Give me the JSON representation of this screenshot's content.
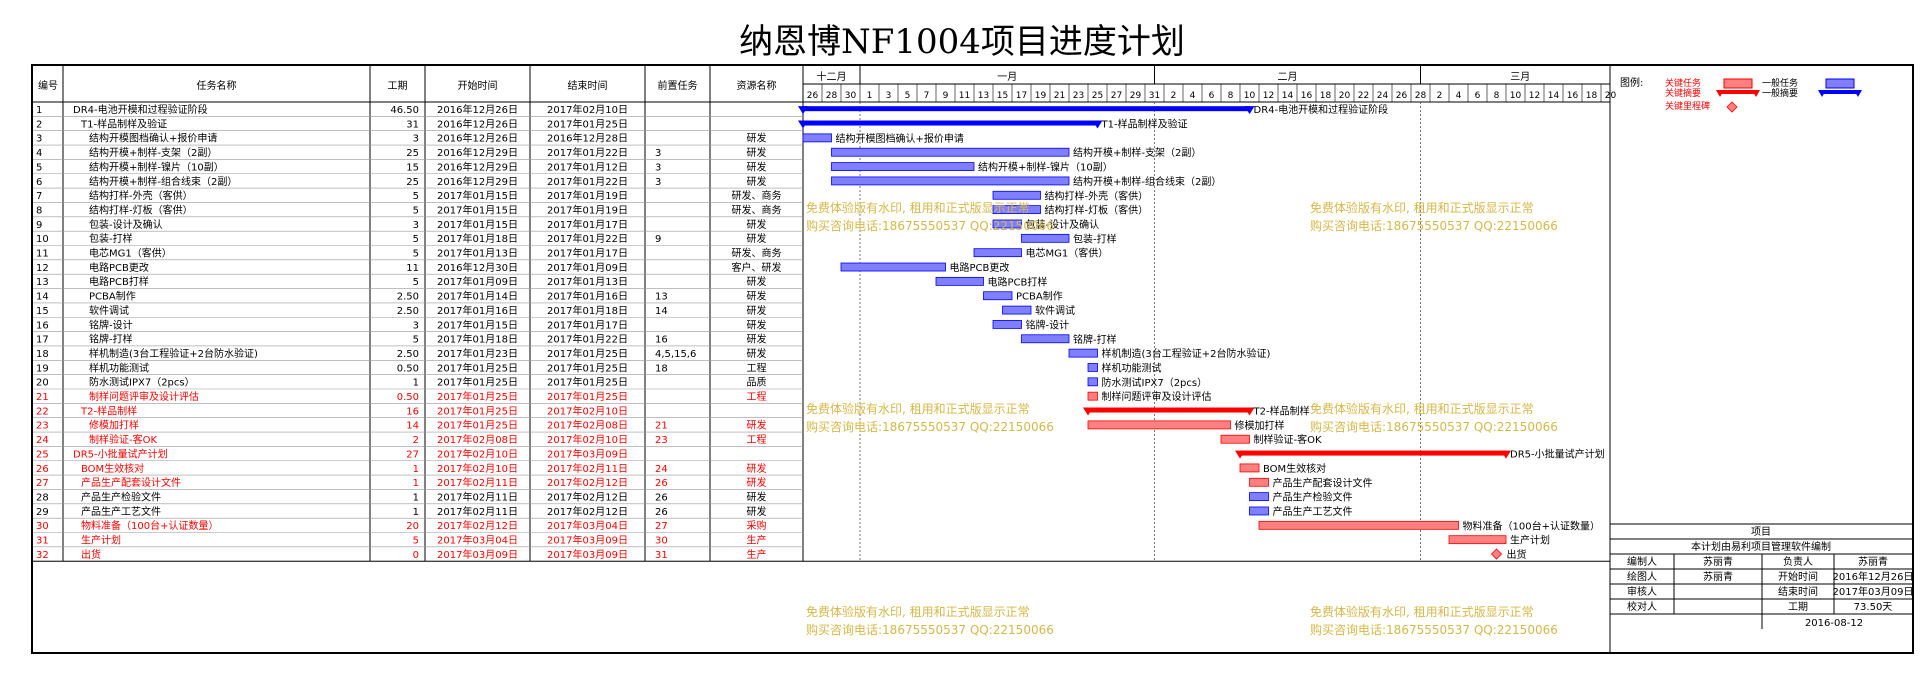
{
  "title": "纳恩博NF1004项目进度计划",
  "table_headers": [
    "编号",
    "任务名称",
    "工期",
    "开始时间",
    "结束时间",
    "前置任务",
    "资源名称"
  ],
  "timeline": {
    "months": [
      {
        "label": "十二月",
        "start": "2016-12-26",
        "end": "2016-12-31"
      },
      {
        "label": "一月",
        "start": "2017-01-01",
        "end": "2017-01-31"
      },
      {
        "label": "二月",
        "start": "2017-02-01",
        "end": "2017-02-28"
      },
      {
        "label": "三月",
        "start": "2017-03-01",
        "end": "2017-03-21"
      }
    ],
    "range": [
      "2016-12-26",
      "2017-03-21"
    ],
    "day_labels": [
      "26",
      "28",
      "30",
      "1",
      "3",
      "5",
      "7",
      "9",
      "11",
      "13",
      "15",
      "17",
      "19",
      "21",
      "23",
      "25",
      "27",
      "29",
      "31",
      "2",
      "4",
      "6",
      "8",
      "10",
      "12",
      "14",
      "16",
      "18",
      "20",
      "22",
      "24",
      "26",
      "28",
      "2",
      "4",
      "6",
      "8",
      "10",
      "12",
      "14",
      "16",
      "18",
      "20"
    ],
    "month_dividers": [
      "2017-01-01",
      "2017-02-01",
      "2017-03-01"
    ]
  },
  "legend": {
    "label": "图例:",
    "items": [
      {
        "label": "关键任务",
        "color": "#ff0000"
      },
      {
        "label": "一般任务",
        "color": "#0000ff"
      },
      {
        "label": "关键摘要",
        "color": "#ff0000"
      },
      {
        "label": "一般摘要",
        "color": "#0000ff"
      },
      {
        "label": "关键里程碑",
        "color": "#ff0000"
      }
    ]
  },
  "watermark": {
    "line1": "免费体验版有水印, 租用和正式版显示正常",
    "line2": "购买咨询电话:18675550537 QQ:22150066"
  },
  "info_table": {
    "project_label": "项目",
    "note": "本计划由易利项目管理软件编制",
    "rows": [
      [
        "编制人",
        "苏丽青",
        "负责人",
        "苏丽青"
      ],
      [
        "绘图人",
        "苏丽青",
        "开始时间",
        "2016年12月26日"
      ],
      [
        "审核人",
        "",
        "结束时间",
        "2017年03月09日"
      ],
      [
        "校对人",
        "",
        "工期",
        "73.50天"
      ]
    ],
    "date": "2016-08-12"
  },
  "colors": {
    "critical_text": "#ff0000",
    "normal_text": "#000000",
    "critical_bar": "#ff8080",
    "normal_bar": "#8080ff",
    "critical_summary": "#ff0000",
    "normal_summary": "#0000ff",
    "watermark": "#d4b84a"
  },
  "chart_data": {
    "type": "gantt",
    "x_axis": "date",
    "xlim": [
      "2016-12-26",
      "2017-03-21"
    ],
    "tasks": [
      {
        "id": "1",
        "name": "DR4-电池开模和过程验证阶段",
        "duration": "46.50",
        "start": "2016年12月26日",
        "end": "2017年02月10日",
        "pred": "",
        "resource": "",
        "kind": "summary",
        "critical": false,
        "indent": 0,
        "s": "2016-12-26",
        "e": "2017-02-10"
      },
      {
        "id": "2",
        "name": "T1-样品制样及验证",
        "duration": "31",
        "start": "2016年12月26日",
        "end": "2017年01月25日",
        "pred": "",
        "resource": "",
        "kind": "summary",
        "critical": false,
        "indent": 1,
        "s": "2016-12-26",
        "e": "2017-01-25"
      },
      {
        "id": "3",
        "name": "结构开模图档确认+报价申请",
        "duration": "3",
        "start": "2016年12月26日",
        "end": "2016年12月28日",
        "pred": "",
        "resource": "研发",
        "kind": "task",
        "critical": false,
        "indent": 2,
        "s": "2016-12-26",
        "e": "2016-12-28"
      },
      {
        "id": "4",
        "name": "结构开模+制样-支架（2副）",
        "duration": "25",
        "start": "2016年12月29日",
        "end": "2017年01月22日",
        "pred": "3",
        "resource": "研发",
        "kind": "task",
        "critical": false,
        "indent": 2,
        "s": "2016-12-29",
        "e": "2017-01-22"
      },
      {
        "id": "5",
        "name": "结构开模+制样-镍片（10副）",
        "duration": "15",
        "start": "2016年12月29日",
        "end": "2017年01月12日",
        "pred": "3",
        "resource": "研发",
        "kind": "task",
        "critical": false,
        "indent": 2,
        "s": "2016-12-29",
        "e": "2017-01-12"
      },
      {
        "id": "6",
        "name": "结构开模+制样-组合线束（2副）",
        "duration": "25",
        "start": "2016年12月29日",
        "end": "2017年01月22日",
        "pred": "3",
        "resource": "研发",
        "kind": "task",
        "critical": false,
        "indent": 2,
        "s": "2016-12-29",
        "e": "2017-01-22"
      },
      {
        "id": "7",
        "name": "结构打样-外壳（客供）",
        "duration": "5",
        "start": "2017年01月15日",
        "end": "2017年01月19日",
        "pred": "",
        "resource": "研发、商务",
        "kind": "task",
        "critical": false,
        "indent": 2,
        "s": "2017-01-15",
        "e": "2017-01-19"
      },
      {
        "id": "8",
        "name": "结构打样-灯板（客供）",
        "duration": "5",
        "start": "2017年01月15日",
        "end": "2017年01月19日",
        "pred": "",
        "resource": "研发、商务",
        "kind": "task",
        "critical": false,
        "indent": 2,
        "s": "2017-01-15",
        "e": "2017-01-19"
      },
      {
        "id": "9",
        "name": "包装-设计及确认",
        "duration": "3",
        "start": "2017年01月15日",
        "end": "2017年01月17日",
        "pred": "",
        "resource": "研发",
        "kind": "task",
        "critical": false,
        "indent": 2,
        "s": "2017-01-15",
        "e": "2017-01-17"
      },
      {
        "id": "10",
        "name": "包装-打样",
        "duration": "5",
        "start": "2017年01月18日",
        "end": "2017年01月22日",
        "pred": "9",
        "resource": "研发",
        "kind": "task",
        "critical": false,
        "indent": 2,
        "s": "2017-01-18",
        "e": "2017-01-22"
      },
      {
        "id": "11",
        "name": "电芯MG1（客供）",
        "duration": "5",
        "start": "2017年01月13日",
        "end": "2017年01月17日",
        "pred": "",
        "resource": "研发、商务",
        "kind": "task",
        "critical": false,
        "indent": 2,
        "s": "2017-01-13",
        "e": "2017-01-17"
      },
      {
        "id": "12",
        "name": "电路PCB更改",
        "duration": "11",
        "start": "2016年12月30日",
        "end": "2017年01月09日",
        "pred": "",
        "resource": "客户、研发",
        "kind": "task",
        "critical": false,
        "indent": 2,
        "s": "2016-12-30",
        "e": "2017-01-09"
      },
      {
        "id": "13",
        "name": "电路PCB打样",
        "duration": "5",
        "start": "2017年01月09日",
        "end": "2017年01月13日",
        "pred": "",
        "resource": "研发",
        "kind": "task",
        "critical": false,
        "indent": 2,
        "s": "2017-01-09",
        "e": "2017-01-13"
      },
      {
        "id": "14",
        "name": "PCBA制作",
        "duration": "2.50",
        "start": "2017年01月14日",
        "end": "2017年01月16日",
        "pred": "13",
        "resource": "研发",
        "kind": "task",
        "critical": false,
        "indent": 2,
        "s": "2017-01-14",
        "e": "2017-01-16"
      },
      {
        "id": "15",
        "name": "软件调试",
        "duration": "2.50",
        "start": "2017年01月16日",
        "end": "2017年01月18日",
        "pred": "14",
        "resource": "研发",
        "kind": "task",
        "critical": false,
        "indent": 2,
        "s": "2017-01-16",
        "e": "2017-01-18"
      },
      {
        "id": "16",
        "name": "铭牌-设计",
        "duration": "3",
        "start": "2017年01月15日",
        "end": "2017年01月17日",
        "pred": "",
        "resource": "研发",
        "kind": "task",
        "critical": false,
        "indent": 2,
        "s": "2017-01-15",
        "e": "2017-01-17"
      },
      {
        "id": "17",
        "name": "铭牌-打样",
        "duration": "5",
        "start": "2017年01月18日",
        "end": "2017年01月22日",
        "pred": "16",
        "resource": "研发",
        "kind": "task",
        "critical": false,
        "indent": 2,
        "s": "2017-01-18",
        "e": "2017-01-22"
      },
      {
        "id": "18",
        "name": "样机制造(3台工程验证+2台防水验证)",
        "duration": "2.50",
        "start": "2017年01月23日",
        "end": "2017年01月25日",
        "pred": "4,5,15,6",
        "resource": "研发",
        "kind": "task",
        "critical": false,
        "indent": 2,
        "s": "2017-01-23",
        "e": "2017-01-25"
      },
      {
        "id": "19",
        "name": "样机功能测试",
        "duration": "0.50",
        "start": "2017年01月25日",
        "end": "2017年01月25日",
        "pred": "18",
        "resource": "工程",
        "kind": "task",
        "critical": false,
        "indent": 2,
        "s": "2017-01-25",
        "e": "2017-01-25"
      },
      {
        "id": "20",
        "name": "防水测试IPX7（2pcs）",
        "duration": "1",
        "start": "2017年01月25日",
        "end": "2017年01月25日",
        "pred": "",
        "resource": "品质",
        "kind": "task",
        "critical": false,
        "indent": 2,
        "s": "2017-01-25",
        "e": "2017-01-25"
      },
      {
        "id": "21",
        "name": "制样问题评审及设计评估",
        "duration": "0.50",
        "start": "2017年01月25日",
        "end": "2017年01月25日",
        "pred": "",
        "resource": "工程",
        "kind": "task",
        "critical": true,
        "indent": 2,
        "s": "2017-01-25",
        "e": "2017-01-25"
      },
      {
        "id": "22",
        "name": "T2-样品制样",
        "duration": "16",
        "start": "2017年01月25日",
        "end": "2017年02月10日",
        "pred": "",
        "resource": "",
        "kind": "summary",
        "critical": true,
        "indent": 1,
        "s": "2017-01-25",
        "e": "2017-02-10"
      },
      {
        "id": "23",
        "name": "修模加打样",
        "duration": "14",
        "start": "2017年01月25日",
        "end": "2017年02月08日",
        "pred": "21",
        "resource": "研发",
        "kind": "task",
        "critical": true,
        "indent": 2,
        "s": "2017-01-25",
        "e": "2017-02-08"
      },
      {
        "id": "24",
        "name": "制样验证-客OK",
        "duration": "2",
        "start": "2017年02月08日",
        "end": "2017年02月10日",
        "pred": "23",
        "resource": "工程",
        "kind": "task",
        "critical": true,
        "indent": 2,
        "s": "2017-02-08",
        "e": "2017-02-10"
      },
      {
        "id": "25",
        "name": "DR5-小批量试产计划",
        "duration": "27",
        "start": "2017年02月10日",
        "end": "2017年03月09日",
        "pred": "",
        "resource": "",
        "kind": "summary",
        "critical": true,
        "indent": 0,
        "s": "2017-02-10",
        "e": "2017-03-09"
      },
      {
        "id": "26",
        "name": "BOM生效核对",
        "duration": "1",
        "start": "2017年02月10日",
        "end": "2017年02月11日",
        "pred": "24",
        "resource": "研发",
        "kind": "task",
        "critical": true,
        "indent": 1,
        "s": "2017-02-10",
        "e": "2017-02-11"
      },
      {
        "id": "27",
        "name": "产品生产配套设计文件",
        "duration": "1",
        "start": "2017年02月11日",
        "end": "2017年02月12日",
        "pred": "26",
        "resource": "研发",
        "kind": "task",
        "critical": true,
        "indent": 1,
        "s": "2017-02-11",
        "e": "2017-02-12"
      },
      {
        "id": "28",
        "name": "产品生产检验文件",
        "duration": "1",
        "start": "2017年02月11日",
        "end": "2017年02月12日",
        "pred": "26",
        "resource": "研发",
        "kind": "task",
        "critical": false,
        "indent": 1,
        "s": "2017-02-11",
        "e": "2017-02-12"
      },
      {
        "id": "29",
        "name": "产品生产工艺文件",
        "duration": "1",
        "start": "2017年02月11日",
        "end": "2017年02月12日",
        "pred": "26",
        "resource": "研发",
        "kind": "task",
        "critical": false,
        "indent": 1,
        "s": "2017-02-11",
        "e": "2017-02-12"
      },
      {
        "id": "30",
        "name": "物料准备（100台+认证数量）",
        "duration": "20",
        "start": "2017年02月12日",
        "end": "2017年03月04日",
        "pred": "27",
        "resource": "采购",
        "kind": "task",
        "critical": true,
        "indent": 1,
        "s": "2017-02-12",
        "e": "2017-03-04"
      },
      {
        "id": "31",
        "name": "生产计划",
        "duration": "5",
        "start": "2017年03月04日",
        "end": "2017年03月09日",
        "pred": "30",
        "resource": "生产",
        "kind": "task",
        "critical": true,
        "indent": 1,
        "s": "2017-03-04",
        "e": "2017-03-09"
      },
      {
        "id": "32",
        "name": "出货",
        "duration": "0",
        "start": "2017年03月09日",
        "end": "2017年03月09日",
        "pred": "31",
        "resource": "生产",
        "kind": "milestone",
        "critical": true,
        "indent": 1,
        "s": "2017-03-09",
        "e": "2017-03-09"
      }
    ]
  }
}
